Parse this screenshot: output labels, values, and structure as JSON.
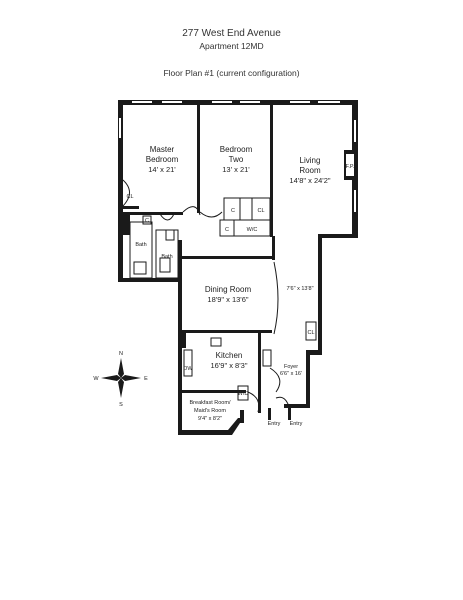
{
  "header": {
    "address": "277 West End Avenue",
    "apartment": "Apartment 12MD",
    "plan_title": "Floor Plan #1 (current configuration)"
  },
  "rooms": {
    "master_bedroom": {
      "name_line1": "Master",
      "name_line2": "Bedroom",
      "dims": "14' x 21'"
    },
    "bedroom_two": {
      "name_line1": "Bedroom",
      "name_line2": "Two",
      "dims": "13' x 21'"
    },
    "living_room": {
      "name_line1": "Living",
      "name_line2": "Room",
      "dims": "14'8\" x 24'2\""
    },
    "dining_room": {
      "name": "Dining Room",
      "dims": "18'9\" x 13'6\""
    },
    "kitchen": {
      "name": "Kitchen",
      "dims": "16'9\" x 8'3\""
    },
    "breakfast_room": {
      "name_line1": "Breakfast Room/",
      "name_line2": "Maid's Room",
      "dims": "9'4\" x 8'2\""
    },
    "gallery": {
      "dims": "7'6\" x 13'8\""
    },
    "foyer": {
      "name": "Foyer",
      "dims": "6'6\" x 16'"
    },
    "bath1": {
      "name": "Bath"
    },
    "bath2": {
      "name": "Bath"
    }
  },
  "labels": {
    "cl_master": "CL",
    "cl_closet_a": "C",
    "cl_closet_b": "C",
    "cl_closet_c": "CL",
    "cl_closet_d": "C",
    "wic": "W/C",
    "cl_foyer": "CL",
    "fireplace": "F.P.",
    "dw": "DW",
    "washer_dryer": "W/D",
    "entry1": "Entry",
    "entry2": "Entry"
  },
  "compass": {
    "n": "N",
    "s": "S",
    "e": "E",
    "w": "W"
  }
}
